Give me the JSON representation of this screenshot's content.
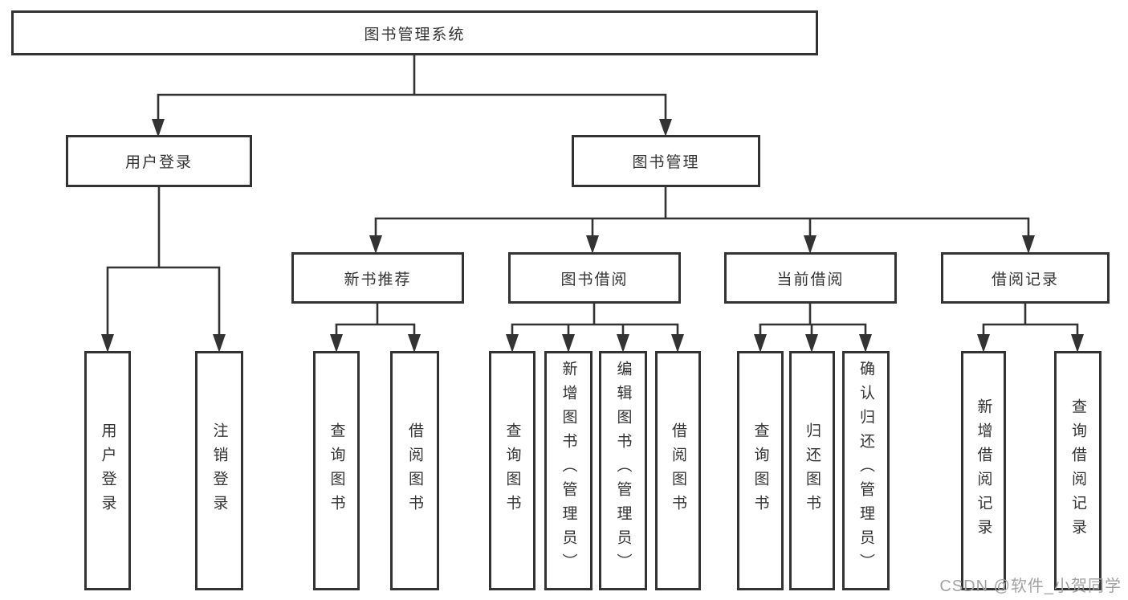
{
  "tree": {
    "label": "图书管理系统",
    "children": [
      {
        "label": "用户登录",
        "children": [
          {
            "label": "用户登录"
          },
          {
            "label": "注销登录"
          }
        ]
      },
      {
        "label": "图书管理",
        "children": [
          {
            "label": "新书推荐",
            "children": [
              {
                "label": "查询图书"
              },
              {
                "label": "借阅图书"
              }
            ]
          },
          {
            "label": "图书借阅",
            "children": [
              {
                "label": "查询图书"
              },
              {
                "label": "新增图书（管理员）"
              },
              {
                "label": "编辑图书（管理员）"
              },
              {
                "label": "借阅图书"
              }
            ]
          },
          {
            "label": "当前借阅",
            "children": [
              {
                "label": "查询图书"
              },
              {
                "label": "归还图书"
              },
              {
                "label": "确认归还（管理员）"
              }
            ]
          },
          {
            "label": "借阅记录",
            "children": [
              {
                "label": "新增借阅记录"
              },
              {
                "label": "查询借阅记录"
              }
            ]
          }
        ]
      }
    ]
  },
  "watermark": "CSDN @软件_小贺同学",
  "colors": {
    "line": "#333333",
    "box_border": "#333333",
    "box_background": "#ffffff",
    "text": "#333333",
    "watermark": "#a2a2a2"
  }
}
